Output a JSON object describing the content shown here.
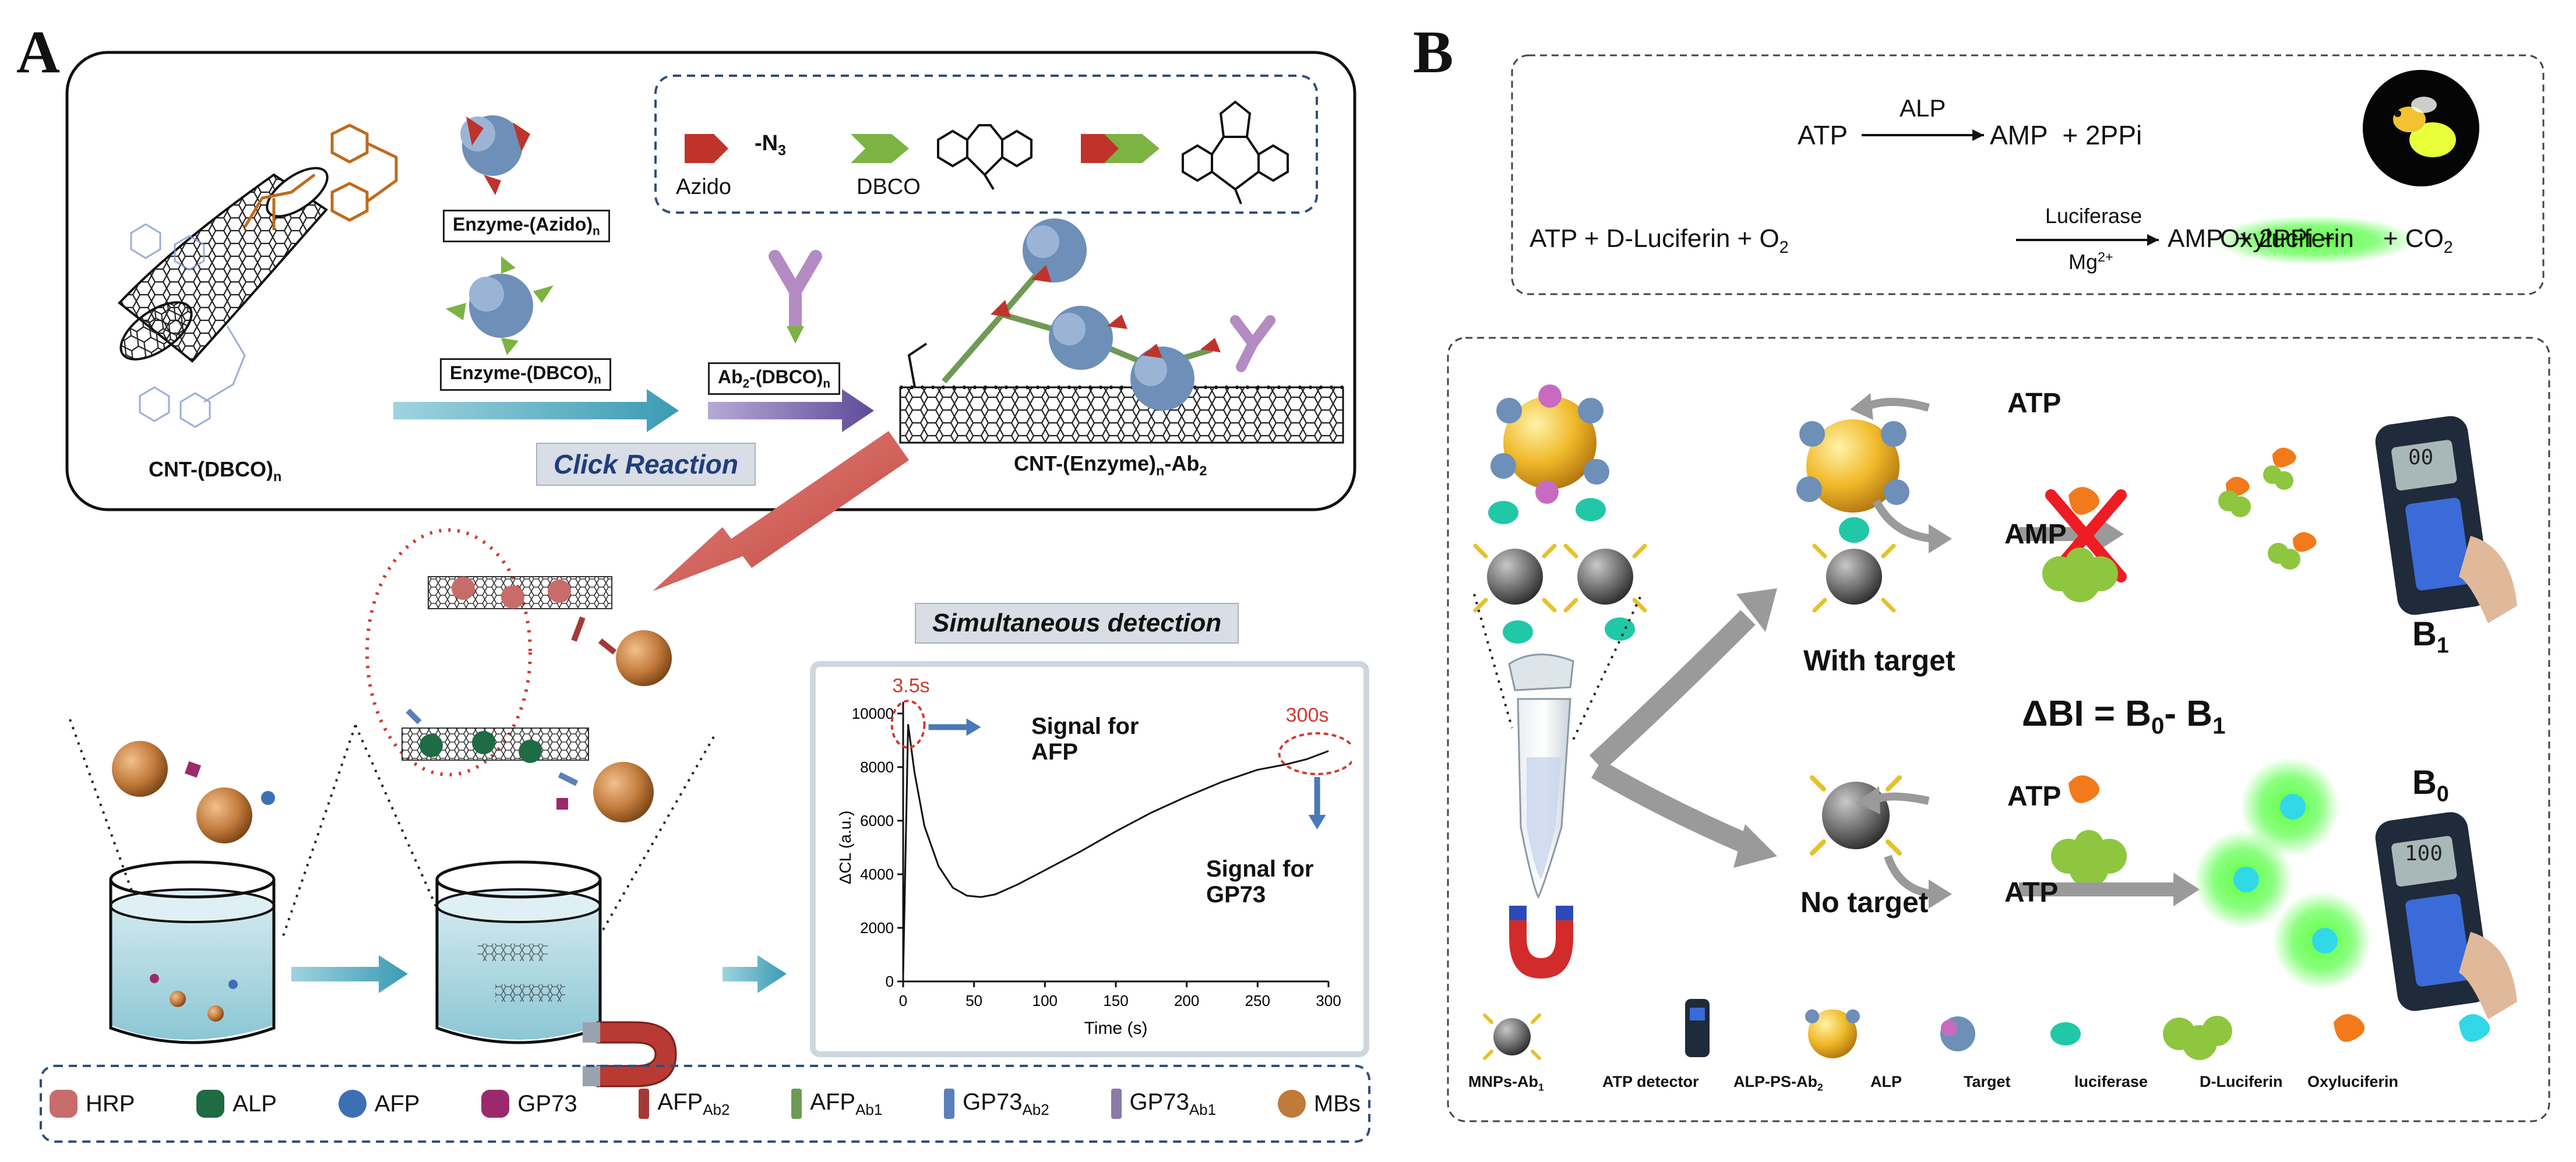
{
  "panel_a": {
    "letter": "A",
    "labels": {
      "cnt_dbco": "CNT-(DBCO)",
      "cnt_dbco_sub": "n",
      "enzyme_azido": "Enzyme-(Azido)",
      "enzyme_azido_sub": "n",
      "enzyme_dbco": "Enzyme-(DBCO)",
      "enzyme_dbco_sub": "n",
      "ab2_dbco": "Ab",
      "ab2_dbco_sub": "2",
      "ab2_dbco_tail": "-(DBCO)",
      "ab2_dbco_tail_sub": "n",
      "cnt_enzyme": "CNT-(Enzyme)",
      "cnt_enzyme_sub": "n",
      "cnt_enzyme_tail": "-Ab",
      "cnt_enzyme_tail_sub": "2",
      "click_reaction": "Click  Reaction",
      "azido": "Azido",
      "n3": "-N",
      "n3_sub": "3",
      "dbco": "DBCO",
      "simultaneous_detection": "Simultaneous detection"
    },
    "chart_labels": {
      "peak1": "3.5s",
      "peak2": "300s",
      "signal_afp": "Signal for AFP",
      "signal_gp73": "Signal for GP73",
      "ylabel": "ΔCL (a.u.)",
      "xlabel": "Time (s)"
    },
    "legend": [
      {
        "label": "HRP",
        "color": "#c86b6b"
      },
      {
        "label": "ALP",
        "color": "#1e6b44"
      },
      {
        "label": "AFP",
        "color": "#3d6fb5"
      },
      {
        "label": "GP73",
        "color": "#9c2a6a"
      },
      {
        "label": "AFP",
        "sub": "Ab2",
        "color": "#a33a35"
      },
      {
        "label": "AFP",
        "sub": "Ab1",
        "color": "#6f9a56"
      },
      {
        "label": "GP73",
        "sub": "Ab2",
        "color": "#5b7fb8"
      },
      {
        "label": "GP73",
        "sub": "Ab1",
        "color": "#8a7aa8"
      },
      {
        "label": "MBs",
        "color": "#c07a3a"
      }
    ]
  },
  "chart_data": {
    "type": "line",
    "title": "",
    "xlabel": "Time (s)",
    "ylabel": "ΔCL (a.u.)",
    "xlim": [
      0,
      300
    ],
    "ylim": [
      0,
      10000
    ],
    "x_ticks": [
      0,
      50,
      100,
      150,
      200,
      250,
      300
    ],
    "y_ticks": [
      0,
      2000,
      4000,
      6000,
      8000,
      10000
    ],
    "grid": false,
    "series": [
      {
        "x": [
          0,
          3.5,
          8,
          15,
          25,
          35,
          45,
          55,
          65,
          80,
          100,
          125,
          150,
          175,
          200,
          225,
          250,
          270,
          285,
          300
        ],
        "y": [
          200,
          9600,
          7800,
          5800,
          4300,
          3500,
          3200,
          3150,
          3250,
          3600,
          4150,
          4850,
          5600,
          6300,
          6900,
          7450,
          7900,
          8100,
          8300,
          8600
        ]
      }
    ]
  },
  "panel_b": {
    "letter": "B",
    "reaction1": {
      "left": "ATP",
      "enzyme": "ALP",
      "right": "AMP  + 2PPi"
    },
    "reaction2": {
      "left": "ATP + D-Luciferin + O",
      "left_sub": "2",
      "enzyme": "Luciferase",
      "cofactor": "Mg",
      "cofactor_sup": "2+",
      "right": "AMP  + 2PPi +",
      "product": "Oxyluciferin",
      "tail": "+ CO",
      "tail_sub": "2"
    },
    "labels": {
      "atp_top": "ATP",
      "amp": "AMP",
      "with_target": "With target",
      "no_target": "No target",
      "atp_no1": "ATP",
      "atp_no2": "ATP",
      "delta_b": "ΔBI = B",
      "delta_b_sub0": "0",
      "delta_b_mid": "- B",
      "delta_b_sub1": "1",
      "b1": "B",
      "b1_sub": "1",
      "b0": "B",
      "b0_sub": "0",
      "detector_top": "00",
      "detector_bottom": "100"
    },
    "legend": [
      {
        "label": "MNPs-Ab",
        "sub": "1"
      },
      {
        "label": "ATP detector"
      },
      {
        "label": "ALP-PS-Ab",
        "sub": "2"
      },
      {
        "label": "ALP"
      },
      {
        "label": "Target"
      },
      {
        "label": "luciferase"
      },
      {
        "label": "D-Luciferin"
      },
      {
        "label": "Oxyluciferin"
      }
    ]
  }
}
